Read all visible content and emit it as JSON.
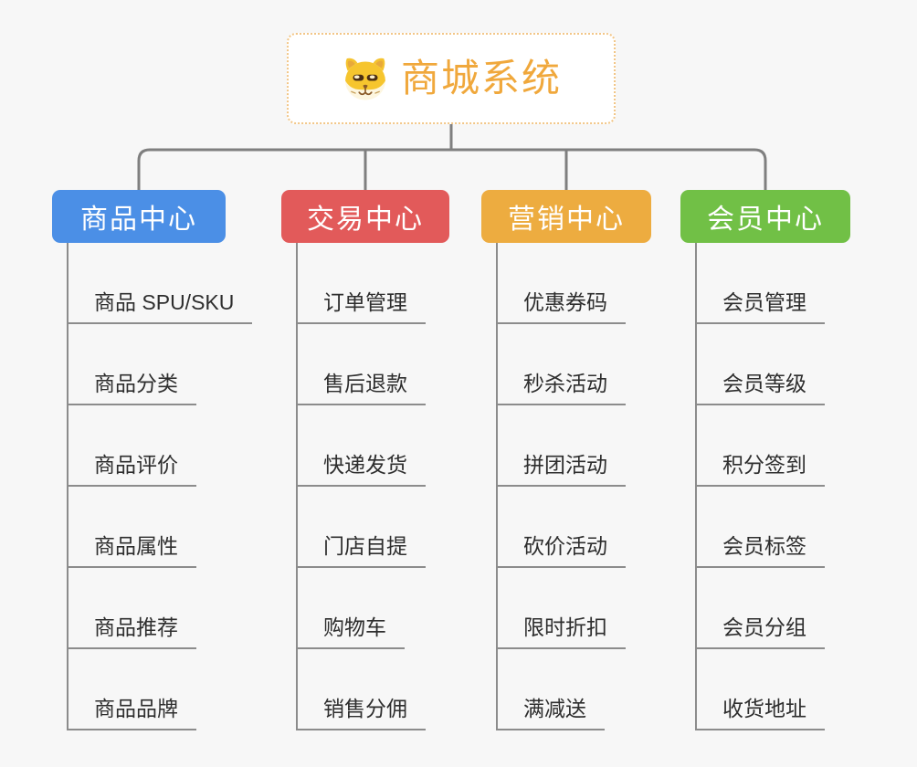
{
  "root": {
    "title": "商城系统",
    "icon": "dog-face-icon"
  },
  "branches": [
    {
      "label": "商品中心",
      "color": "#4b8fe6",
      "children": [
        "商品 SPU/SKU",
        "商品分类",
        "商品评价",
        "商品属性",
        "商品推荐",
        "商品品牌"
      ]
    },
    {
      "label": "交易中心",
      "color": "#e25a5a",
      "children": [
        "订单管理",
        "售后退款",
        "快递发货",
        "门店自提",
        "购物车",
        "销售分佣"
      ]
    },
    {
      "label": "营销中心",
      "color": "#edac40",
      "children": [
        "优惠券码",
        "秒杀活动",
        "拼团活动",
        "砍价活动",
        "限时折扣",
        "满减送"
      ]
    },
    {
      "label": "会员中心",
      "color": "#71c046",
      "children": [
        "会员管理",
        "会员等级",
        "积分签到",
        "会员标签",
        "会员分组",
        "收货地址"
      ]
    }
  ],
  "colors": {
    "background": "#f7f7f7",
    "root_text": "#f0a83c",
    "root_border": "#f2c687",
    "connector": "#7f7f7f",
    "leaf_line": "#8c8c8c",
    "leaf_text": "#2e2e2e"
  }
}
